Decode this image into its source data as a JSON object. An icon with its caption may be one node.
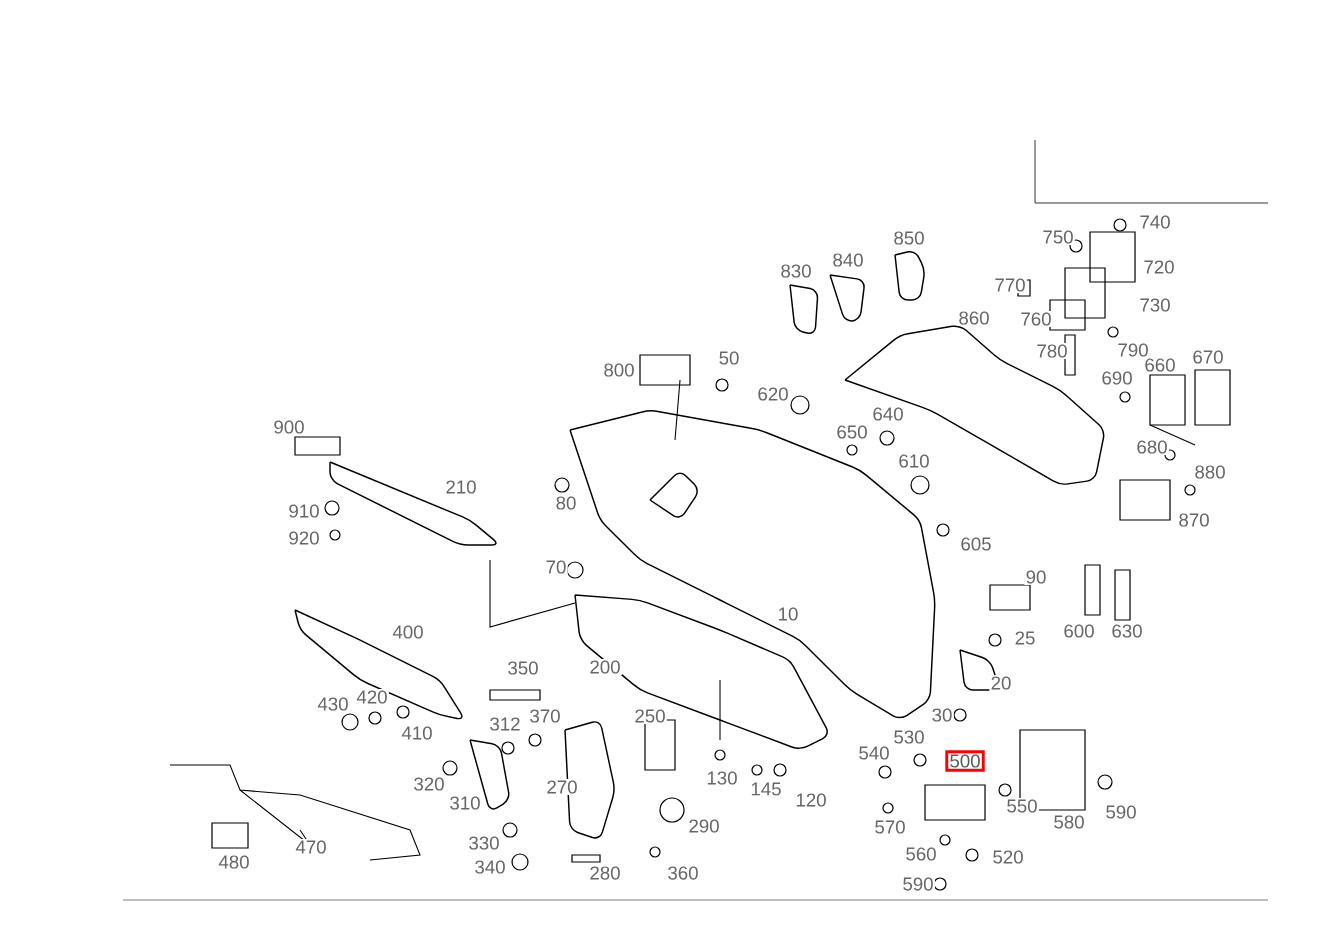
{
  "diagram": {
    "labels": [
      "740",
      "750",
      "850",
      "720",
      "840",
      "830",
      "770",
      "730",
      "860",
      "760",
      "790",
      "780",
      "670",
      "660",
      "50",
      "800",
      "690",
      "620",
      "640",
      "900",
      "650",
      "680",
      "610",
      "880",
      "210",
      "80",
      "910",
      "870",
      "920",
      "605",
      "70",
      "90",
      "10",
      "400",
      "600",
      "630",
      "25",
      "350",
      "200",
      "20",
      "430",
      "420",
      "250",
      "370",
      "312",
      "30",
      "410",
      "530",
      "540",
      "500",
      "130",
      "320",
      "145",
      "270",
      "120",
      "310",
      "550",
      "580",
      "590",
      "570",
      "290",
      "330",
      "470",
      "560",
      "520",
      "480",
      "340",
      "280",
      "360",
      "590"
    ]
  }
}
